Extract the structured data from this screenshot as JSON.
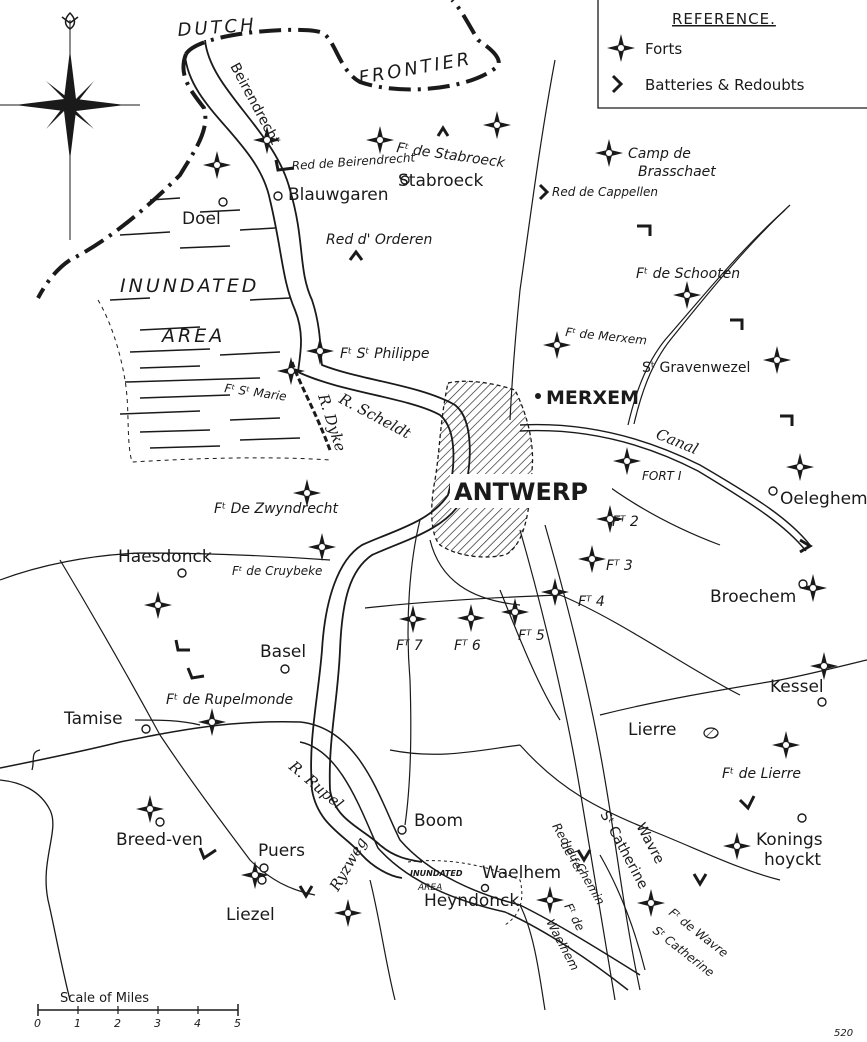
{
  "legend": {
    "title": "REFERENCE.",
    "forts_label": "Forts",
    "batteries_label": "Batteries & Redoubts"
  },
  "frontier": {
    "word1": "DUTCH",
    "word2": "FRONTIER"
  },
  "inundated": {
    "word1": "INUNDATED",
    "word2": "AREA",
    "small": "INUNDATED",
    "small2": "AREA"
  },
  "rivers": {
    "scheldt": "R. Scheldt",
    "dyke": "R. Dyke",
    "rupel": "R. Rupel",
    "ryzweg": "Ryzweg",
    "canal": "Canal"
  },
  "cities": {
    "antwerp": "ANTWERP",
    "merxem": "MERXEM"
  },
  "places": {
    "beirendrecht": "Beirendrecht",
    "blauwgaren": "Blauwgaren",
    "stabroeck": "Stabroeck",
    "doel": "Doel",
    "haesdonck": "Haesdonck",
    "basel": "Basel",
    "tamise": "Tamise",
    "breedven": "Breed-ven",
    "puers": "Puers",
    "liezel": "Liezel",
    "boom": "Boom",
    "waelhem": "Waelhem",
    "heyndonck": "Heyndonck",
    "lierre": "Lierre",
    "kessel": "Kessel",
    "broechem": "Broechem",
    "oeleghem": "Oeleghem",
    "gravenwezel": "Sᵗ Gravenwezel",
    "konings": "Konings",
    "hoyckt": "hoyckt",
    "stcatherine": "Sᵗ Catherine",
    "wavre": "Wavre"
  },
  "forts": {
    "stabroeck": "Fᵗ de Stabroeck",
    "brasschaet1": "Camp de",
    "brasschaet2": "Brasschaet",
    "schooten": "Fᵗ de Schooten",
    "merxem": "Fᵗ de Merxem",
    "philippe": "Fᵗ Sᵗ Philippe",
    "marie": "Fᵗ Sᵗ Marie",
    "zwyndrecht": "Fᵗ De Zwyndrecht",
    "cruybeke": "Fᵗ de Cruybeke",
    "rupelmonde": "Fᵗ de Rupelmonde",
    "fort1": "FORT I",
    "fort2": "Fᵀ 2",
    "fort3": "Fᵀ 3",
    "fort4": "Fᵀ 4",
    "fort5": "Fᵀ 5",
    "fort6": "Fᵀ 6",
    "fort7": "Fᵀ 7",
    "lierre": "Fᵗ de Lierre",
    "waelhem1": "Fᵗ de",
    "waelhem2": "Waelhem",
    "wavre1": "Fᵗ de Wavre",
    "wavre2": "Sᵗ Catherine"
  },
  "redoubts": {
    "beirendrecht": "Red de Beirendrecht",
    "orderen": "Red d' Orderen",
    "cappellen": "Red de Cappellen",
    "chemin1": "Red du Chemin",
    "chemin2": "de fer"
  },
  "scale": {
    "title": "Scale of Miles",
    "ticks": [
      "0",
      "1",
      "2",
      "3",
      "4",
      "5"
    ]
  },
  "page_number": "520"
}
